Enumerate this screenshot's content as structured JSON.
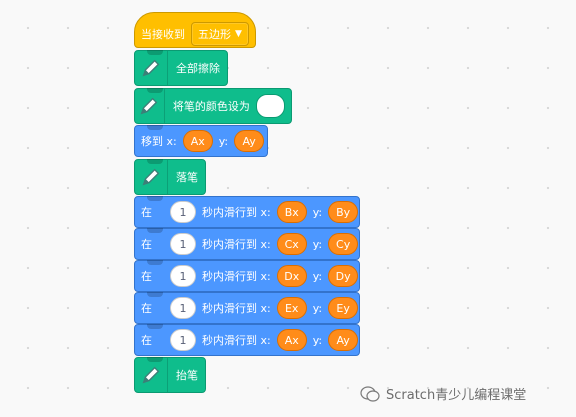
{
  "hat": {
    "label": "当接收到",
    "message": "五边形"
  },
  "blocks": {
    "clear": "全部擦除",
    "set_color": "将笔的颜色设为",
    "goto": {
      "label": "移到 x:",
      "ylabel": "y:",
      "x": "Ax",
      "y": "Ay"
    },
    "pen_down": "落笔",
    "pen_up": "抬笔"
  },
  "glides": [
    {
      "prefix": "在",
      "secs": "1",
      "mid": "秒内滑行到 x:",
      "ylabel": "y:",
      "x": "Bx",
      "y": "By"
    },
    {
      "prefix": "在",
      "secs": "1",
      "mid": "秒内滑行到 x:",
      "ylabel": "y:",
      "x": "Cx",
      "y": "Cy"
    },
    {
      "prefix": "在",
      "secs": "1",
      "mid": "秒内滑行到 x:",
      "ylabel": "y:",
      "x": "Dx",
      "y": "Dy"
    },
    {
      "prefix": "在",
      "secs": "1",
      "mid": "秒内滑行到 x:",
      "ylabel": "y:",
      "x": "Ex",
      "y": "Ey"
    },
    {
      "prefix": "在",
      "secs": "1",
      "mid": "秒内滑行到 x:",
      "ylabel": "y:",
      "x": "Ax",
      "y": "Ay"
    }
  ],
  "watermark": "Scratch青少儿编程课堂",
  "colors": {
    "pen": "#0fbd8c",
    "motion": "#4c97ff",
    "event": "#ffbf00",
    "variable": "#ff8c1a"
  }
}
